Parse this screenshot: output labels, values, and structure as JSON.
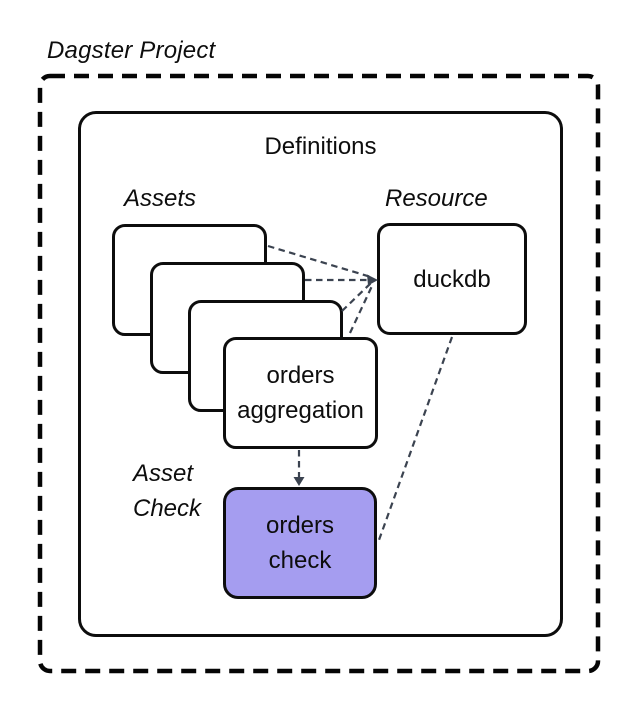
{
  "title": "Dagster Project",
  "definitions": {
    "title": "Definitions"
  },
  "labels": {
    "assets": "Assets",
    "resource": "Resource",
    "asset_check_line1": "Asset",
    "asset_check_line2": "Check"
  },
  "nodes": {
    "orders_aggregation": {
      "line1": "orders",
      "line2": "aggregation"
    },
    "duckdb": {
      "label": "duckdb"
    },
    "orders_check": {
      "line1": "orders",
      "line2": "check"
    }
  },
  "colors": {
    "border": "#0d0d0d",
    "connector": "#3b4350",
    "asset_check_fill": "#a59df0",
    "node_fill": "#ffffff",
    "background": "#ffffff"
  }
}
